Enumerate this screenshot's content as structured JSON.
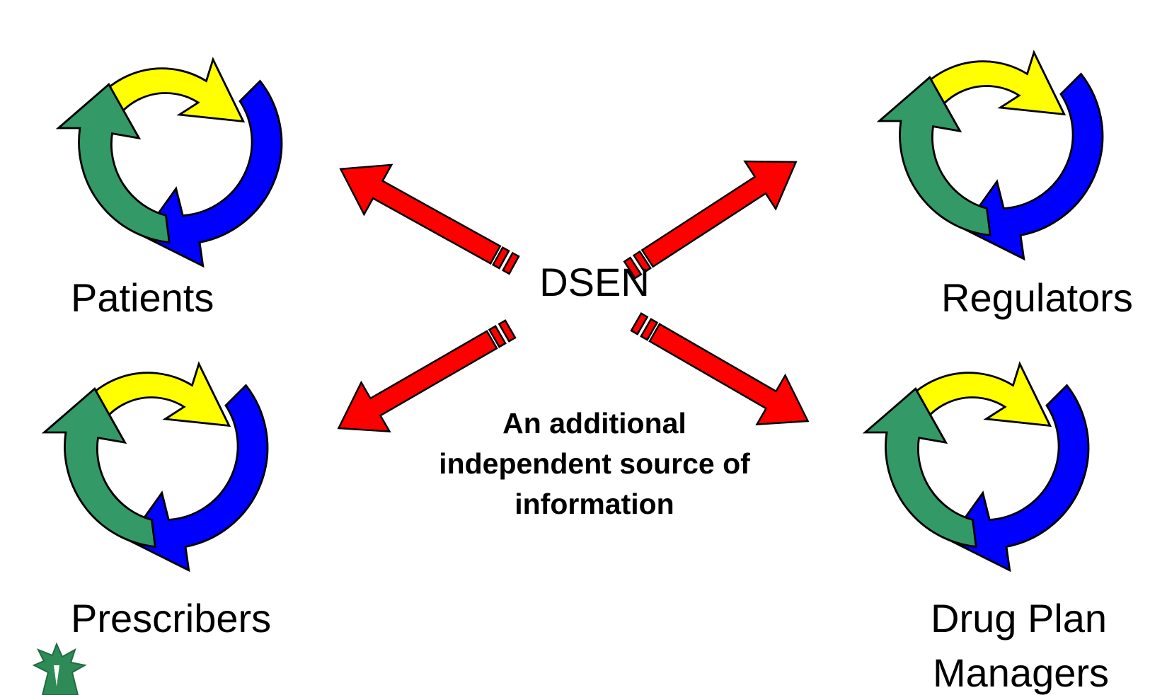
{
  "center": {
    "label": "DSEN"
  },
  "caption": {
    "line1": "An additional",
    "line2": "independent source of",
    "line3": "information"
  },
  "groups": {
    "patients": "Patients",
    "prescribers": "Prescribers",
    "regulators": "Regulators",
    "managers_line1": "Drug Plan",
    "managers_line2": "Managers"
  },
  "colors": {
    "cycle_yellow": "#ffff00",
    "cycle_blue": "#0000ff",
    "cycle_green": "#339966",
    "arrow_red": "#ff0000",
    "outline": "#000000",
    "logo_green": "#2e8b57"
  }
}
